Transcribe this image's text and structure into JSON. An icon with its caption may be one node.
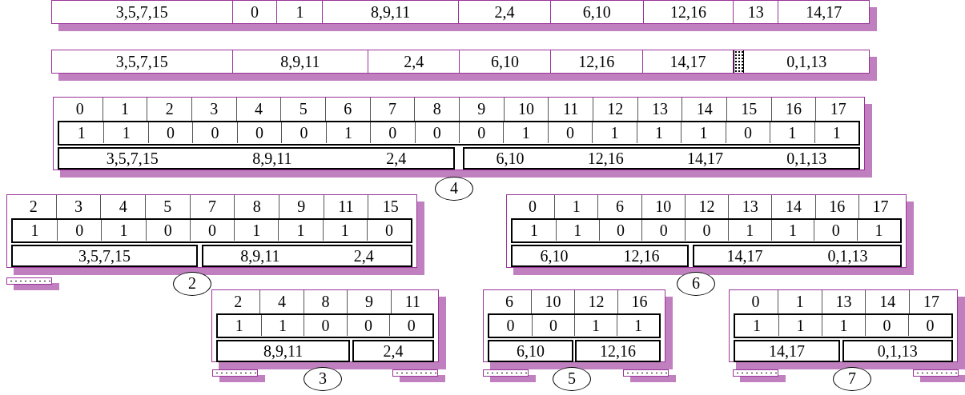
{
  "diagram": {
    "nodes": [
      {
        "text": [
          "3,5,7,15",
          "0",
          "1",
          "8,9,11",
          "2,4",
          "6,10",
          "12,16",
          "13",
          "14,17"
        ]
      },
      {
        "text": [
          "3,5,7,15",
          "8,9,11",
          "2,4",
          "6,10",
          "12,16",
          "14,17",
          "0,1,13"
        ]
      },
      {
        "text": [
          "0",
          "1",
          "2",
          "3",
          "4",
          "5",
          "6",
          "7",
          "8",
          "9",
          "10",
          "11",
          "12",
          "13",
          "14",
          "15",
          "16",
          "17"
        ]
      },
      {
        "text": [
          "1",
          "1",
          "0",
          "0",
          "0",
          "0",
          "1",
          "0",
          "0",
          "0",
          "1",
          "0",
          "1",
          "1",
          "1",
          "0",
          "1",
          "1"
        ],
        "in": 2
      },
      {
        "text": [
          "3,5,7,15",
          "8,9,11",
          "2,4"
        ],
        "in": 2
      },
      {
        "text": [
          "6,10",
          "12,16",
          "14,17",
          "0,1,13"
        ],
        "in": 2
      },
      {
        "text": [
          "4"
        ]
      },
      {
        "text": [
          "2",
          "3",
          "4",
          "5",
          "7",
          "8",
          "9",
          "11",
          "15"
        ]
      },
      {
        "text": [
          "1",
          "0",
          "1",
          "0",
          "0",
          "1",
          "1",
          "1",
          "0"
        ],
        "in": 7
      },
      {
        "text": [
          "3,5,7,15"
        ],
        "in": 7
      },
      {
        "text": [
          "8,9,11",
          "2,4"
        ],
        "in": 7
      },
      {
        "text": [
          "0",
          "1",
          "6",
          "10",
          "12",
          "13",
          "14",
          "16",
          "17"
        ]
      },
      {
        "text": [
          "1",
          "1",
          "0",
          "0",
          "0",
          "1",
          "1",
          "0",
          "1"
        ],
        "in": 11
      },
      {
        "text": [
          "6,10",
          "12,16"
        ],
        "in": 11
      },
      {
        "text": [
          "14,17",
          "0,1,13"
        ],
        "in": 11
      },
      {
        "text": [
          "2"
        ]
      },
      {
        "text": [
          "6"
        ]
      },
      {
        "text": [
          "2",
          "4",
          "8",
          "9",
          "11"
        ]
      },
      {
        "text": [
          "1",
          "1",
          "0",
          "0",
          "0"
        ],
        "in": 17
      },
      {
        "text": [
          "8,9,11"
        ],
        "in": 17
      },
      {
        "text": [
          "2,4"
        ],
        "in": 17
      },
      {
        "text": [
          "3"
        ]
      },
      {
        "text": [
          "6",
          "10",
          "12",
          "16"
        ]
      },
      {
        "text": [
          "0",
          "0",
          "1",
          "1"
        ],
        "in": 22
      },
      {
        "text": [
          "6,10"
        ],
        "in": 22
      },
      {
        "text": [
          "12,16"
        ],
        "in": 22
      },
      {
        "text": [
          "5"
        ]
      },
      {
        "text": [
          "0",
          "1",
          "13",
          "14",
          "17"
        ]
      },
      {
        "text": [
          "1",
          "1",
          "1",
          "0",
          "0"
        ],
        "in": 27
      },
      {
        "text": [
          "14,17"
        ],
        "in": 27
      },
      {
        "text": [
          "0,1,13"
        ],
        "in": 27
      },
      {
        "text": [
          "7"
        ]
      }
    ],
    "edges": []
  }
}
